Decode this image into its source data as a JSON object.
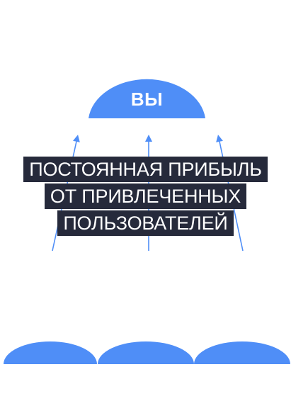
{
  "diagram": {
    "top_node_label": "ВЫ",
    "caption_lines": [
      "ПОСТОЯННАЯ ПРИБЫЛЬ",
      "ОТ ПРИВЛЕЧЕННЫХ",
      "ПОЛЬЗОВАТЕЛЕЙ"
    ],
    "bottom_node_count": 3,
    "arrow_count": 3
  },
  "colors": {
    "node_blue": "#4f8ef7",
    "arrow_blue": "#4f8ef7",
    "caption_bg": "#262a3b",
    "caption_text": "#ffffff",
    "background": "#ffffff"
  }
}
